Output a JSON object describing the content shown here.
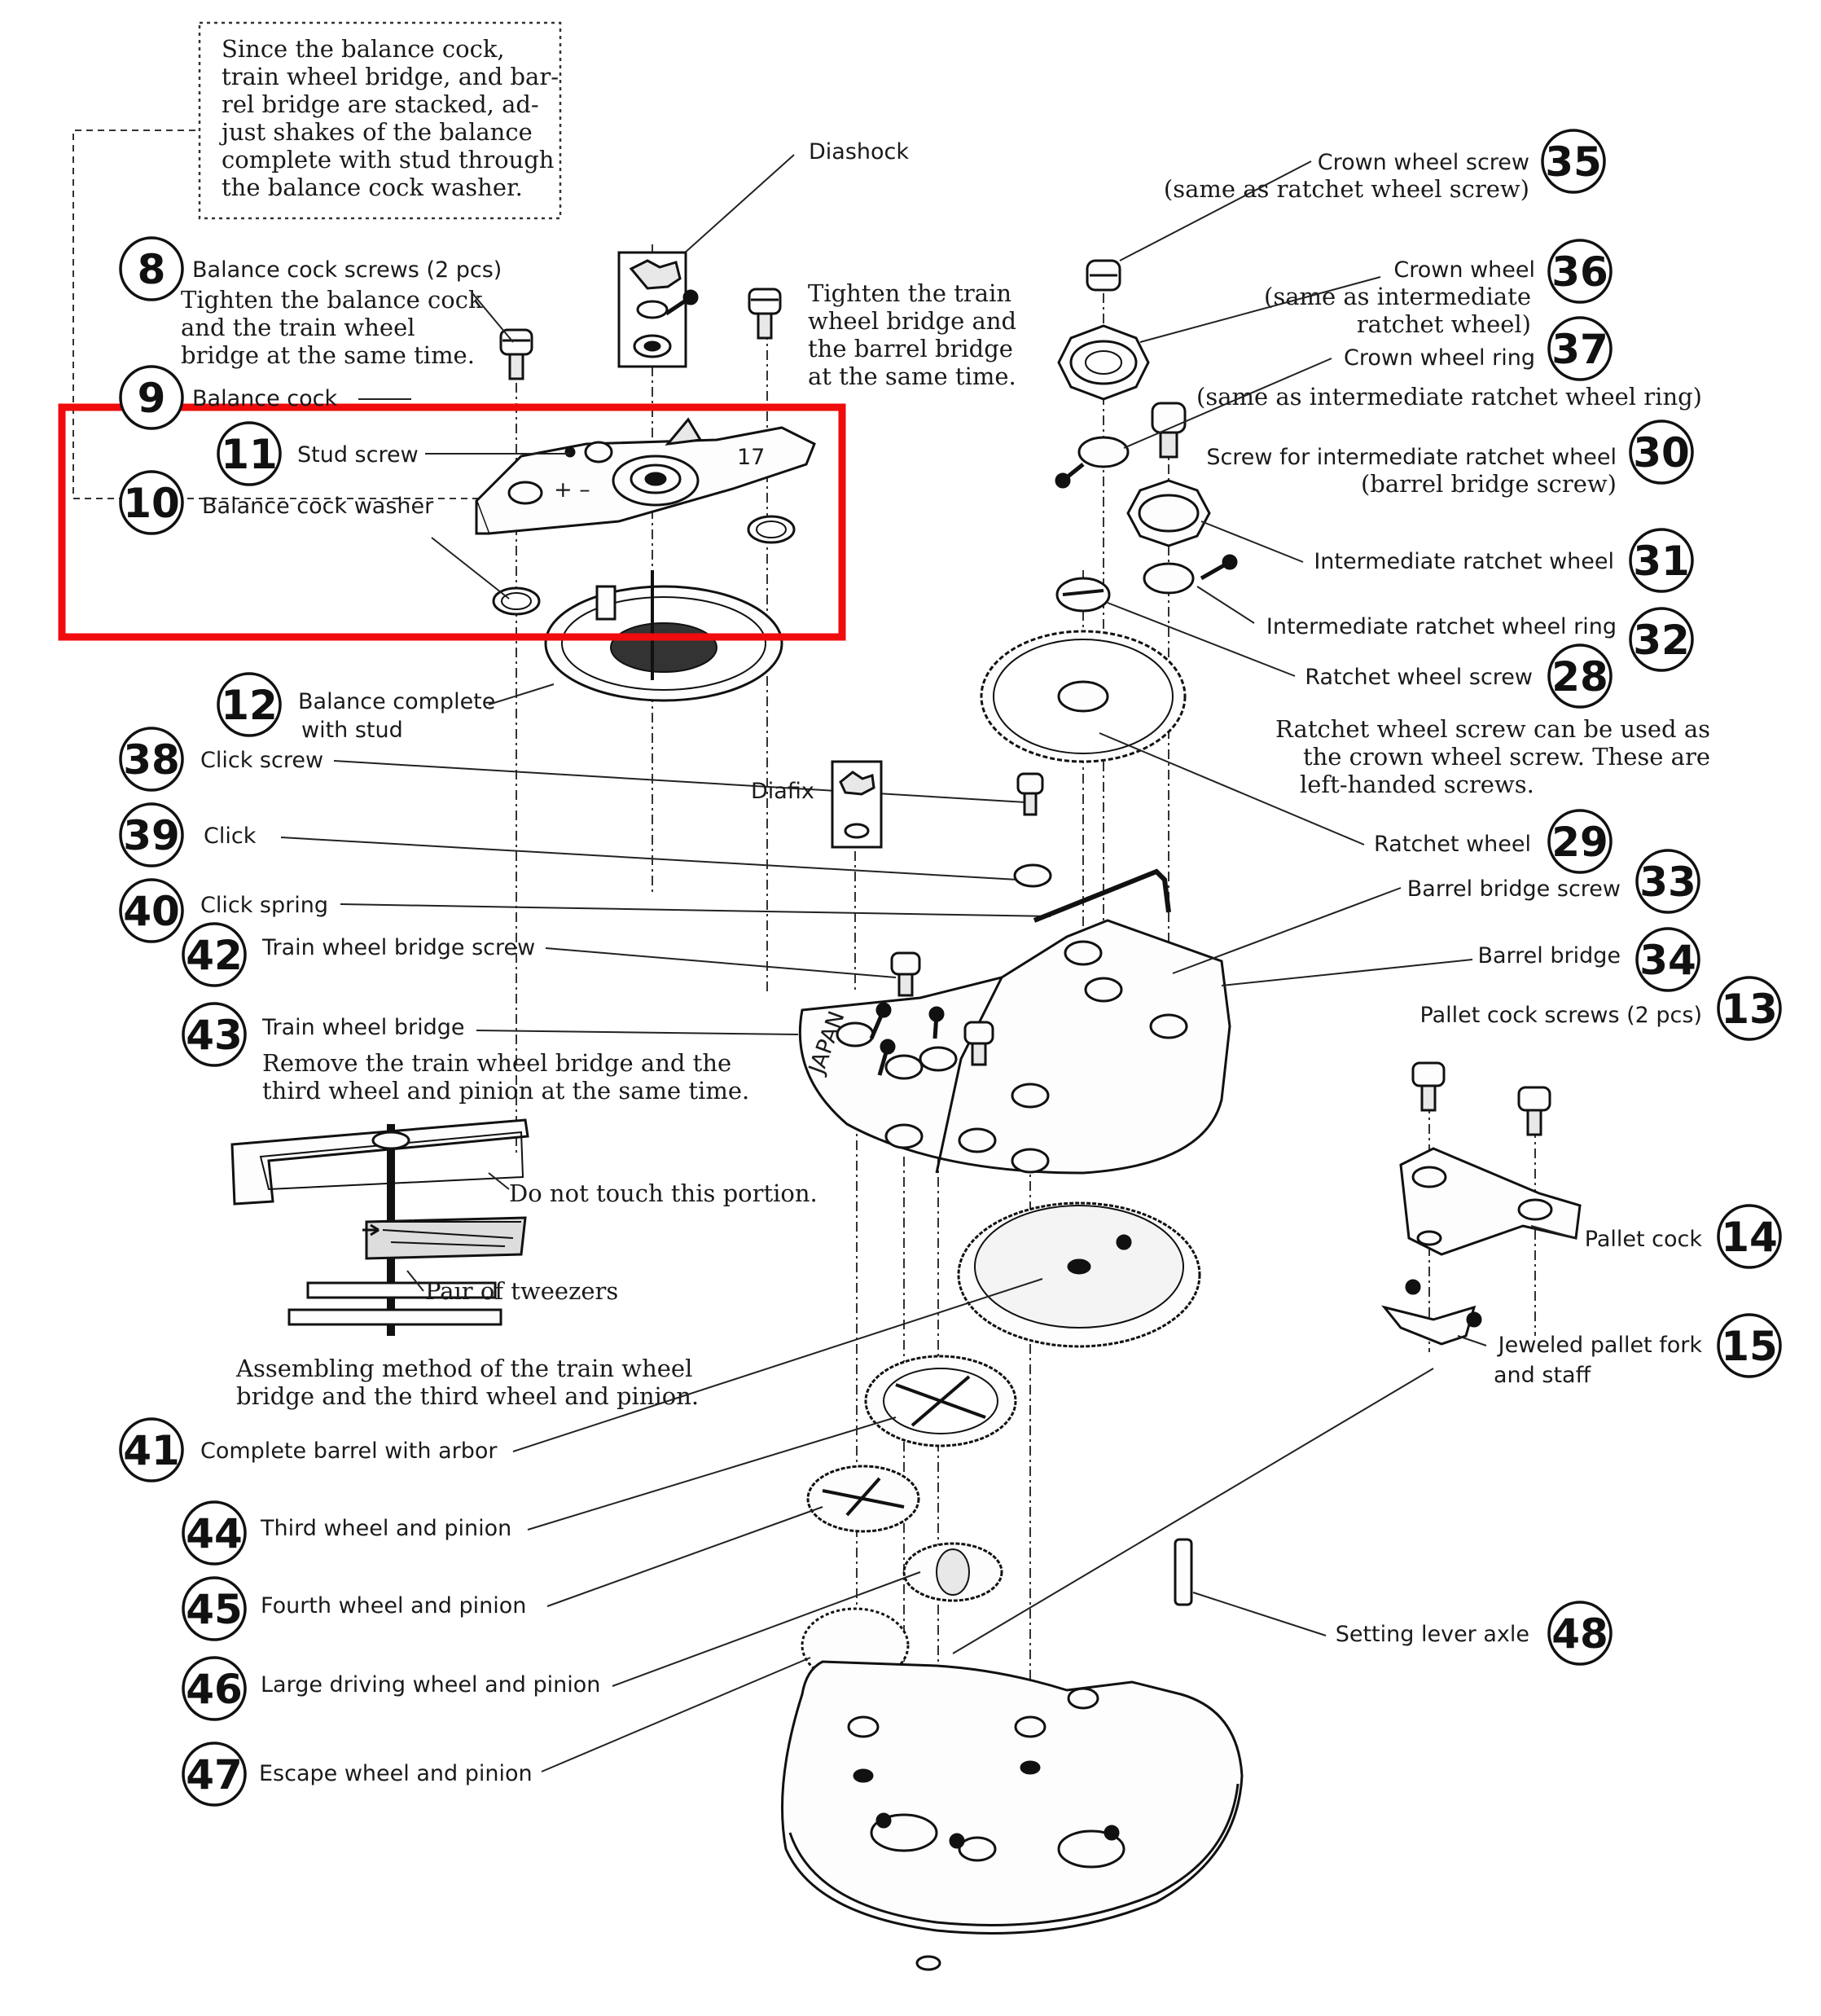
{
  "notes": {
    "stack_note": [
      "Since the balance cock,",
      "train wheel bridge, and bar-",
      "rel bridge are stacked, ad-",
      "just shakes of the balance",
      "complete with stud through",
      "the balance cock washer."
    ],
    "tighten_balance": [
      "Tighten the balance cock",
      "and the train wheel",
      "bridge at the same time."
    ],
    "tighten_train": [
      "Tighten the train",
      "wheel bridge and",
      "the barrel bridge",
      "at the same time."
    ],
    "ratchet_note": [
      "Ratchet wheel screw can be used as",
      "the crown wheel screw. These are",
      "left-handed screws."
    ],
    "remove_note": [
      "Remove the train wheel bridge and the",
      "third wheel and pinion at the same time."
    ],
    "do_not_touch": "Do not touch this portion.",
    "tweezers": "Pair of tweezers",
    "assembling": [
      "Assembling method of the train wheel",
      "bridge and the third wheel and pinion."
    ],
    "diashock": "Diashock",
    "diafix": "Diafix"
  },
  "parts": [
    {
      "num": "8",
      "label": "Balance cock screws (2 pcs)"
    },
    {
      "num": "9",
      "label": "Balance cock"
    },
    {
      "num": "11",
      "label": "Stud screw"
    },
    {
      "num": "10",
      "label": "Balance cock washer"
    },
    {
      "num": "12",
      "label": "Balance complete",
      "label2": "with stud"
    },
    {
      "num": "38",
      "label": "Click screw"
    },
    {
      "num": "39",
      "label": "Click"
    },
    {
      "num": "40",
      "label": "Click spring"
    },
    {
      "num": "42",
      "label": "Train wheel bridge screw"
    },
    {
      "num": "43",
      "label": "Train wheel bridge"
    },
    {
      "num": "41",
      "label": "Complete barrel with arbor"
    },
    {
      "num": "44",
      "label": "Third wheel and pinion"
    },
    {
      "num": "45",
      "label": "Fourth wheel and pinion"
    },
    {
      "num": "46",
      "label": "Large driving wheel and pinion"
    },
    {
      "num": "47",
      "label": "Escape wheel and pinion"
    },
    {
      "num": "35",
      "label": "Crown wheel screw",
      "label2": "(same as ratchet wheel screw)"
    },
    {
      "num": "36",
      "label": "Crown wheel",
      "label2": "(same as intermediate",
      "label3": "ratchet wheel)"
    },
    {
      "num": "37",
      "label": "Crown wheel ring",
      "label2": "(same as intermediate ratchet wheel ring)"
    },
    {
      "num": "30",
      "label": "Screw for intermediate ratchet wheel",
      "label2": "(barrel bridge screw)"
    },
    {
      "num": "31",
      "label": "Intermediate ratchet wheel"
    },
    {
      "num": "32",
      "label": "Intermediate ratchet wheel ring"
    },
    {
      "num": "28",
      "label": "Ratchet wheel screw"
    },
    {
      "num": "29",
      "label": "Ratchet wheel"
    },
    {
      "num": "33",
      "label": "Barrel bridge screw"
    },
    {
      "num": "34",
      "label": "Barrel bridge"
    },
    {
      "num": "13",
      "label": "Pallet cock screws (2 pcs)"
    },
    {
      "num": "14",
      "label": "Pallet cock"
    },
    {
      "num": "15",
      "label": "Jeweled pallet fork",
      "label2": "and staff"
    },
    {
      "num": "48",
      "label": "Setting lever axle"
    }
  ],
  "engravings": {
    "cock_mark": "17",
    "bridge_mark": "JAPAN"
  },
  "highlight_color": "#f00c0c"
}
